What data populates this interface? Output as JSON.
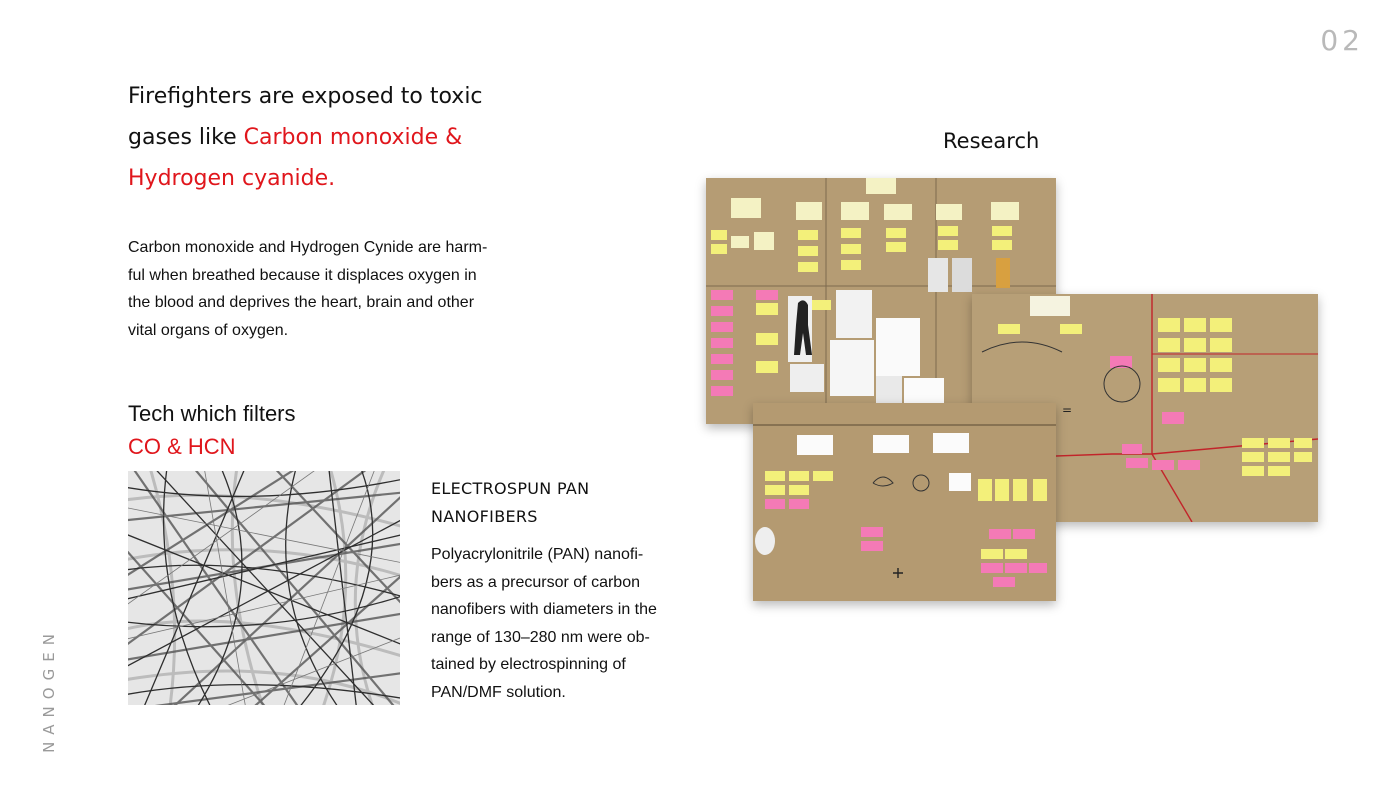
{
  "page_number": "02",
  "brand": "NANOGEN",
  "headline": {
    "line1": "Firefighters are exposed to toxic",
    "line2_prefix": "gases like ",
    "highlight1": "Carbon monoxide &",
    "highlight2": "Hydrogen cyanide."
  },
  "intro": {
    "line1": "Carbon monoxide and Hydrogen Cynide are harm-",
    "line2": "ful when breathed because it displaces oxygen in",
    "line3": "the blood and deprives the heart, brain and other",
    "line4": "vital organs of oxygen."
  },
  "tech": {
    "title": "Tech which filters",
    "highlight": "CO & HCN"
  },
  "nanofibers": {
    "title_line1": "ELECTROSPUN PAN",
    "title_line2": "NANOFIBERS",
    "desc_line1": "Polyacrylonitrile (PAN) nanofi-",
    "desc_line2": "bers as a precursor of carbon",
    "desc_line3": "nanofibers with diameters in the",
    "desc_line4": "range of 130–280 nm were ob-",
    "desc_line5": "tained by electrospinning of",
    "desc_line6": "PAN/DMF solution."
  },
  "research": {
    "label": "Research"
  },
  "colors": {
    "accent_red": "#e0161c",
    "kraft_paper": "#b39a73",
    "sticky_yellow": "#f3f07a",
    "sticky_pink": "#f47ab6",
    "page_number_gray": "#b9b9b9"
  }
}
